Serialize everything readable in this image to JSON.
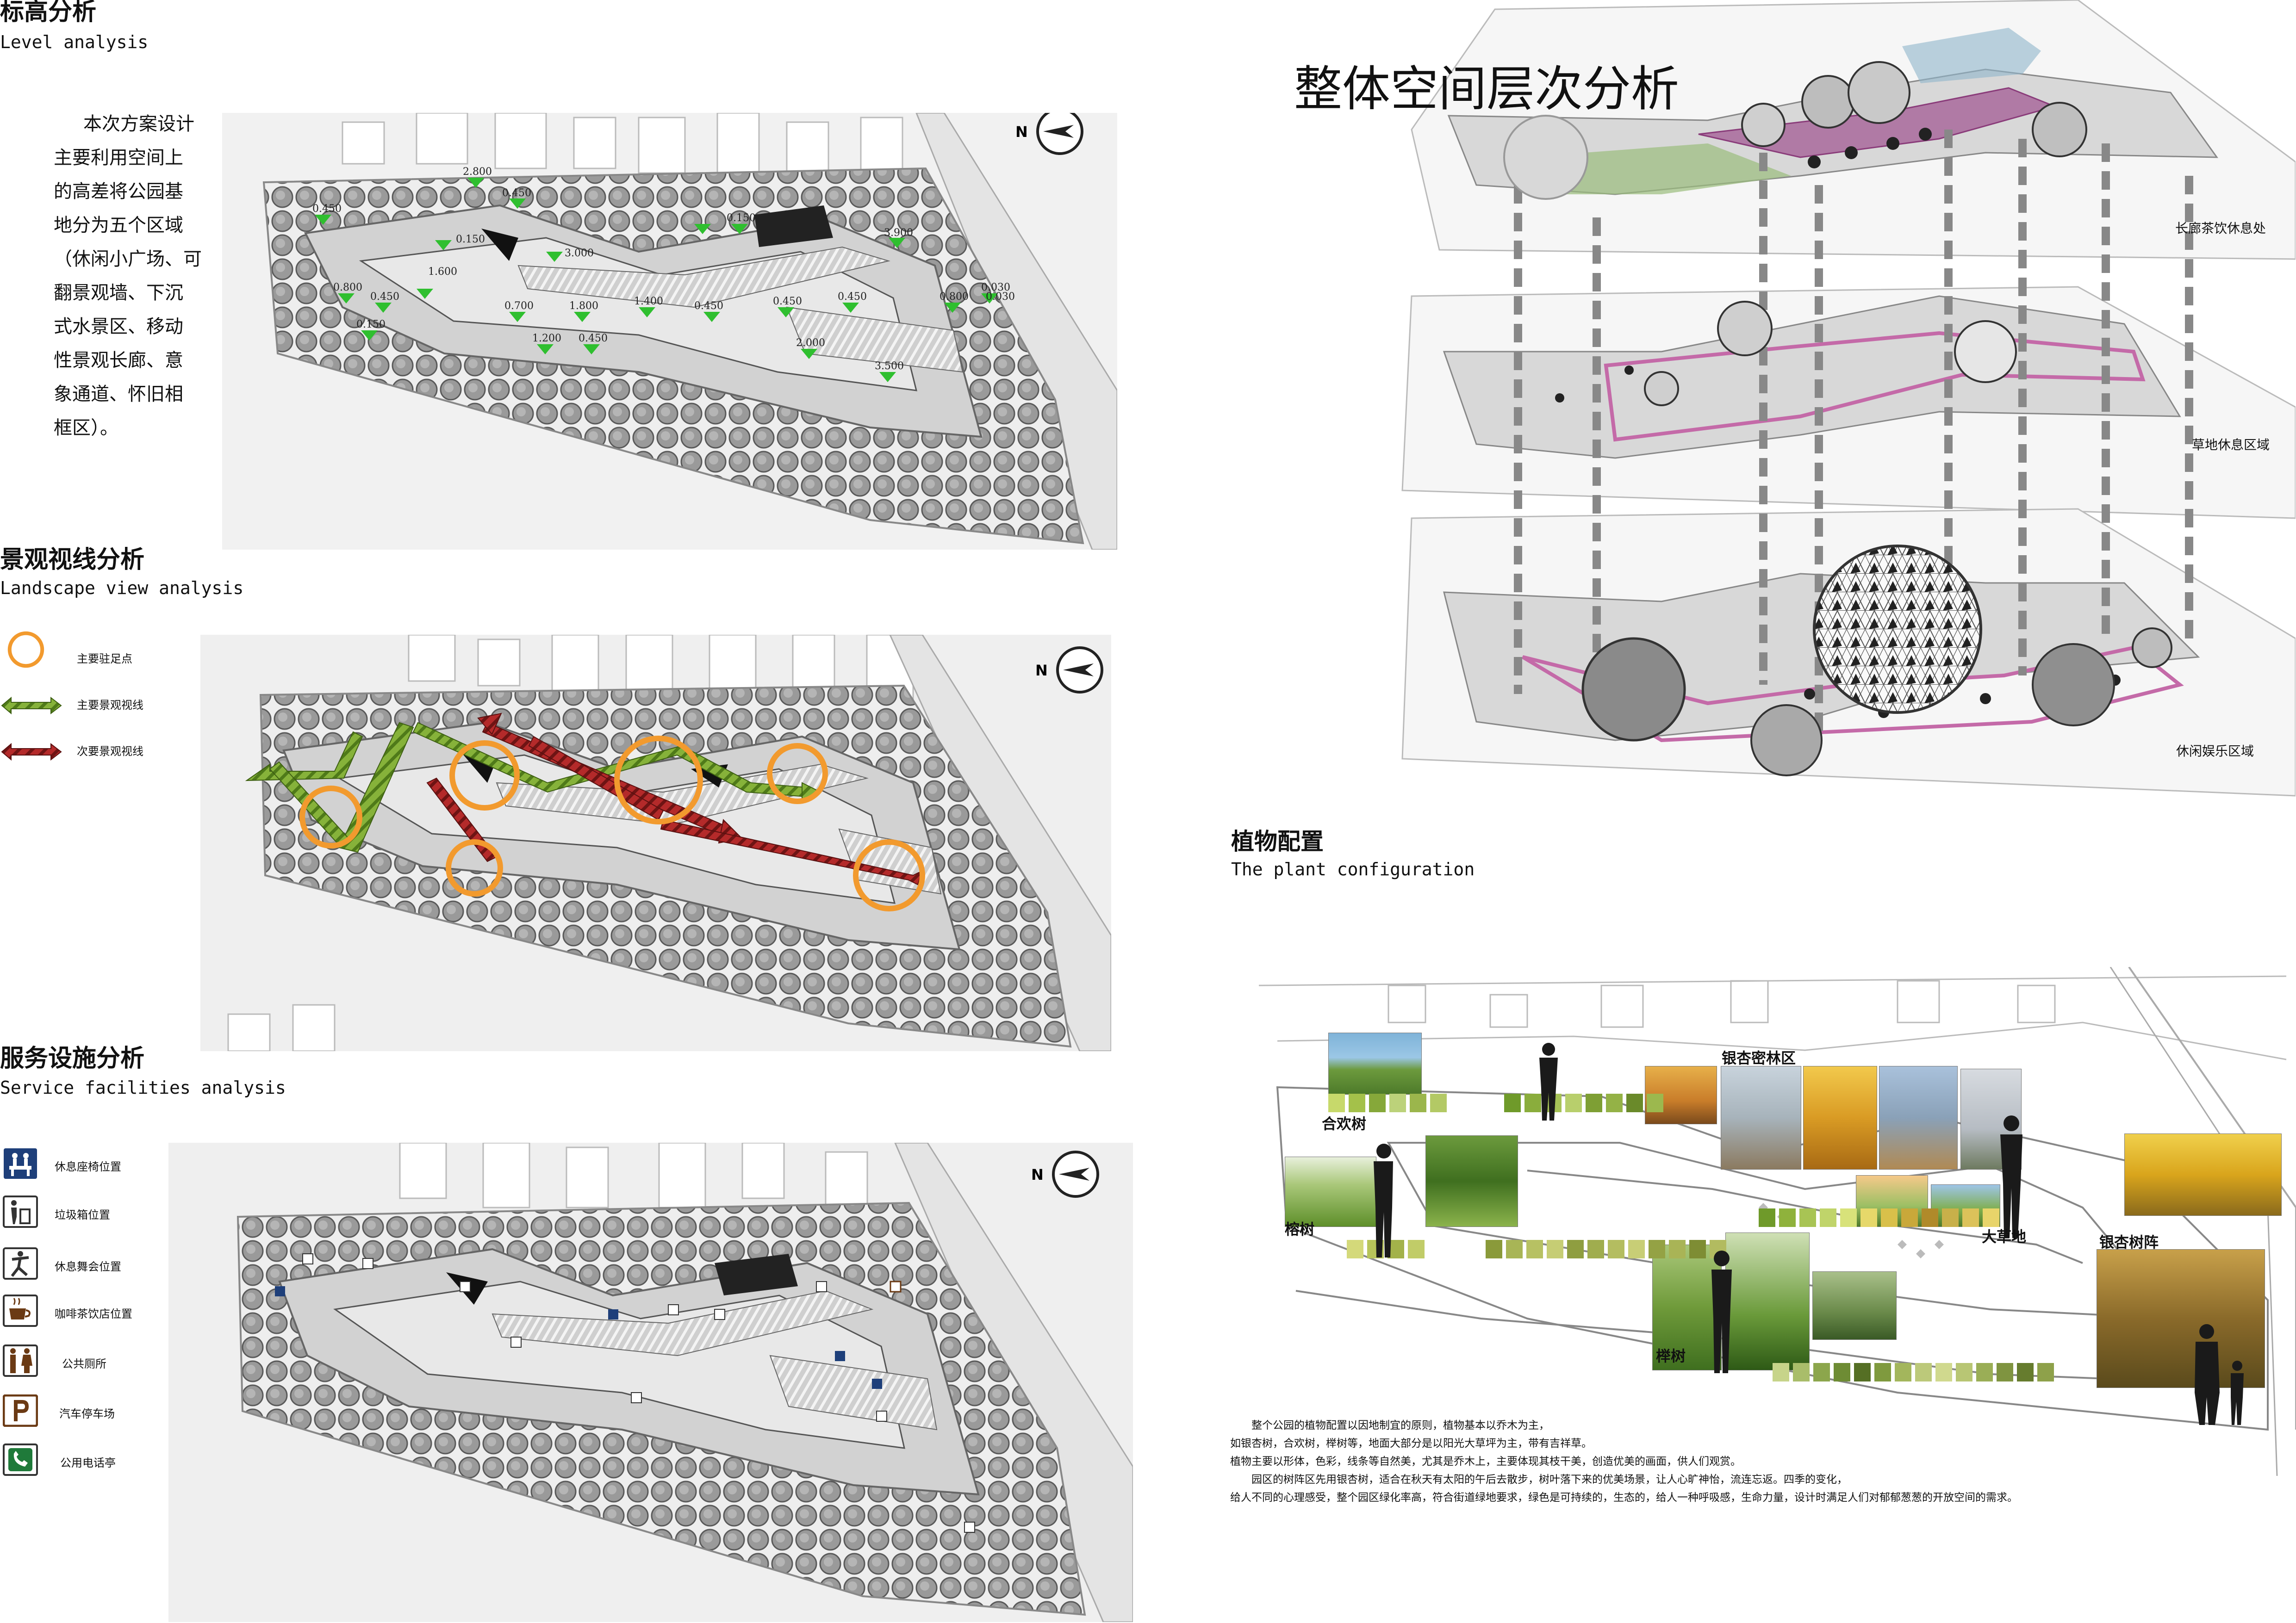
{
  "level": {
    "title_cn": "标高分析",
    "title_en": "Level analysis",
    "intro_lines": [
      "本次方案设计",
      "主要利用空间上",
      "的高差将公园基",
      "地分为五个区域",
      "（休闲小广场、可",
      "翻景观墙、下沉",
      "式水景区、移动",
      "性景观长廊、意",
      "象通道、怀旧相",
      "框区）。"
    ],
    "marks": [
      "2.800",
      "0.450",
      "0.450",
      "0.150",
      "1.600",
      "3.000",
      "0.800",
      "0.450",
      "0.700",
      "1.800",
      "1.400",
      "1.200",
      "0.450",
      "0.450",
      "0.450",
      "2.000",
      "3.900",
      "0.450",
      "3.500",
      "0.800",
      "0.030",
      "0.030",
      "0.150",
      "0.150"
    ]
  },
  "compass": {
    "label": "N"
  },
  "view": {
    "title_cn": "景观视线分析",
    "title_en": "Landscape view analysis",
    "legend": [
      "主要驻足点",
      "主要景观视线",
      "次要景观视线"
    ]
  },
  "service": {
    "title_cn": "服务设施分析",
    "title_en": "Service facilities analysis",
    "legend": [
      "休息座椅位置",
      "垃圾箱位置",
      "休息舞会位置",
      "咖啡茶饮店位置",
      "公共厕所",
      "汽车停车场",
      "公用电话亭"
    ]
  },
  "space": {
    "title_cn": "整体空间层次分析",
    "labels": [
      "长廊茶饮休息处",
      "草地休息区域",
      "休闲娱乐区域"
    ]
  },
  "plant": {
    "title_cn": "植物配置",
    "title_en": "The plant configuration",
    "labels": [
      "银杏密林区",
      "合欢树",
      "榕树",
      "大草地",
      "银杏树阵",
      "榉树"
    ],
    "desc": [
      "整个公园的植物配置以因地制宜的原则，植物基本以乔木为主，",
      "如银杏树，合欢树，榉树等，地面大部分是以阳光大草坪为主，带有吉祥草。",
      "植物主要以形体，色彩，线条等自然美，尤其是乔木上，主要体现其枝干美，创造优美的画面，供人们观赏。",
      "园区的树阵区先用银杏树，适合在秋天有太阳的午后去散步，树叶落下来的优美场景，让人心旷神怡，流连忘返。四季的变化，",
      "给人不同的心理感受，整个园区绿化率高，符合街道绿地要求，绿色是可持续的，生态的，给人一种呼吸感，生命力量，设计时满足人们对郁郁葱葱的开放空间的需求。"
    ]
  },
  "colors": {
    "accent_green": "#2fbf2f",
    "view_orange": "#f29a2e",
    "main_sight_green": "#6f9a2a",
    "secondary_sight_red": "#9a1f1f",
    "route_pink": "#c46aa8"
  }
}
